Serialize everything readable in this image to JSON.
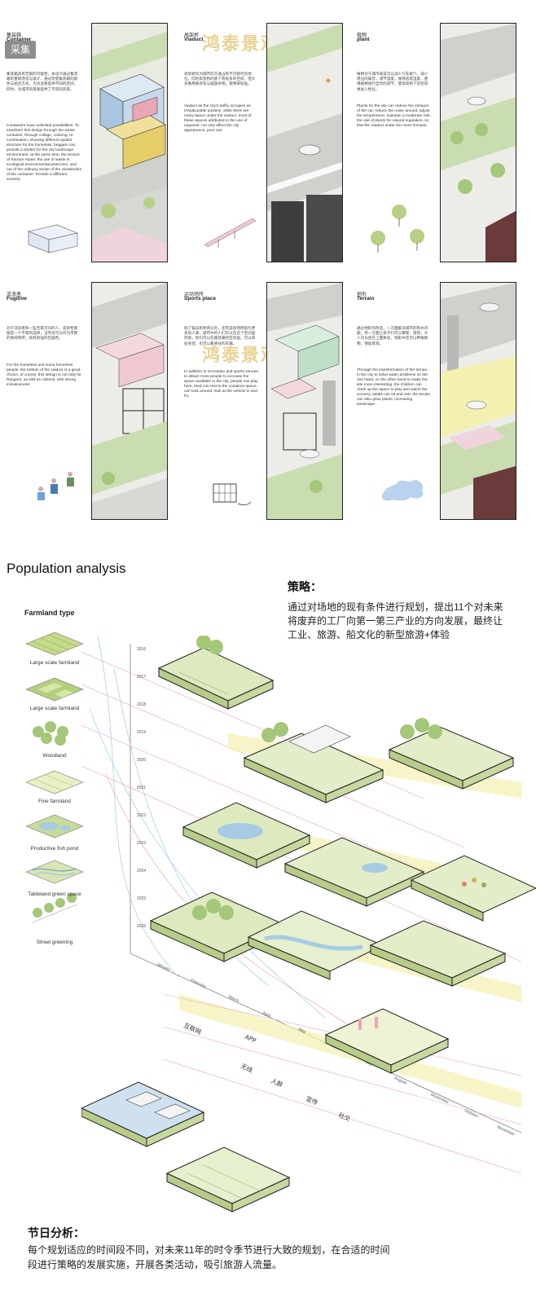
{
  "watermark": "鸿泰景观",
  "collect_button": "采集",
  "panels": [
    {
      "name_cn": "集装箱",
      "name_en": "Container",
      "desc_cn": "集装箱具有无限的可能性，本设计通过集装箱的重新改造与设计，通过改变集装箱的颜色与组合方式，为流浪者提供不同的空间，同时，为城市的景观提供了不同的风景。",
      "desc_en": "Containers have unlimited possibilities. To transform this design through the waste container, through collage, coloring, re-combination, showing different spatial structure for the homeless, beggars can provide a shelter for the city landscape environment, at the same time, the texture of fracture repair, the use of waste is ecological environmental protection, and out of the ordinary sense of the vicissitudes of the container. Provide a different scenery"
    },
    {
      "name_cn": "高架桥",
      "name_en": "Viaduct",
      "desc_cn": "高架桥作为城市的交通占有不可替代的地位，同时高架桥的底下有很多的空间，但大多数用来停车与摆放杂物，使用率较低。",
      "desc_en": "Viaduct as the city's traffic occupies an irreplaceable position, while there are many space under the viaduct, most of these spaces attributed to the use of vagrants, not only affect the city appearance, poor use"
    },
    {
      "name_cn": "植物",
      "name_en": "plant",
      "desc_cn": "植物对于城市来说可以减少汽车尾气，减少周边的噪音，调节温度，保持适度湿度，使用植物进行自然的调节，使高架桥下的空间更加人性化。",
      "desc_en": "Plants for the city can reduce the exhaust of the car, reduce the noise around, adjust the temperature, maintain a moderate role, the use of plants for natural regulation, so that the Viaduct under the more humane"
    },
    {
      "name_cn": "流浪者",
      "name_en": "Fugitive",
      "desc_cn": "对于流浪者和一些无家可归的人，高架桥底部是一个不错的选择，当然也可以作为市民的休闲场所，具有很强的包容性。",
      "desc_en": "For the homeless and some homeless people, the bottom of the viaduct is a good choice, of course, this design is not only for Rangers, as well as citizens, with strong inclusiveness"
    },
    {
      "name_cn": "运动场所",
      "name_en": "Sports place",
      "desc_cn": "除了娱乐和休闲以外，还有运动场所吸引更多的人来，城市中的人们可以在这个空间里玩耍，他们可以在集装箱的空间里，可以四处张望，也可以看来往的车辆。",
      "desc_en": "In addition to recreation and sports venues, to attract more people to increase the space available in the city, people can play here, tired can rest to the container space, can look around, look at the vehicle to and fro."
    },
    {
      "name_cn": "地形",
      "name_en": "Terrain",
      "desc_cn": "通过地形的改造，一方面解决城市的积水问题，另一方面让孩子们可以攀爬、游戏，大人可以坐在上面休息，地形中还可以种植植物，增加景观。",
      "desc_en": "Through the transformation of the terrain, in the city to solve water problems on the one hand, on the other hand to make the site more interesting, the children can climb up the space to play and watch the scenery, adults can sit and rest, the terrain can also grow plants, increasing landscape."
    }
  ],
  "population": {
    "title": "Population analysis",
    "strategy_heading": "策略：",
    "strategy_lines": [
      "通过对场地的现有条件进行规划，提出11个对未来",
      "将废弃的工厂向第一第三产业的方向发展，最终让",
      "工业、旅游、船文化的新型旅游+体验"
    ],
    "farmland_title": "Farmland type",
    "farmland_types": [
      "Large scale farmland",
      "Large scale farmland",
      "Woodland",
      "Fine farmland",
      "Productive fish pond",
      "Tableland green space",
      "Street greening"
    ],
    "years": [
      "2016",
      "2017",
      "2018",
      "2019",
      "2020",
      "2021",
      "2022",
      "2023",
      "2024",
      "2025",
      "2026"
    ],
    "months": [
      "January",
      "February",
      "March",
      "April",
      "May",
      "June",
      "July",
      "August",
      "September",
      "October",
      "November"
    ],
    "channels": [
      "互联网",
      "APP",
      "无线",
      "人群",
      "宣传",
      "社交"
    ],
    "holiday_heading": "节日分析：",
    "holiday_lines": [
      "每个规划适应的时间段不同，对未来11年的时令季节进行大致的规划，在合适的时间",
      "段进行策略的发展实施，开展各类活动，吸引旅游人流量。"
    ]
  },
  "colors": {
    "accent_pink": "#e9a6b5",
    "accent_blue": "#9ecbe6",
    "accent_yellow": "#f3f0b0",
    "green": "#b6cf84",
    "tree": "#a4c77a"
  }
}
